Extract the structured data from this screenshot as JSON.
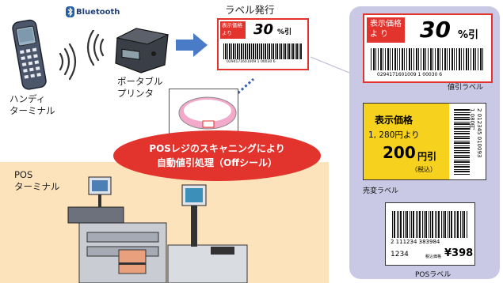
{
  "bluetooth": {
    "label": "Bluetooth"
  },
  "handy": {
    "line1": "ハンディ",
    "line2": "ターミナル"
  },
  "printer": {
    "line1": "ポータブル",
    "line2": "プリンタ"
  },
  "label_issue": {
    "title": "ラベル発行"
  },
  "small_tag": {
    "red_text": "表示価格\nより",
    "price": "30",
    "unit": "%引",
    "barcode_text": "0294171601009 1 00030 6"
  },
  "scan_bubble": {
    "line1": "POSレジのスキャニングにより",
    "line2": "自動値引処理（Offシール）"
  },
  "pos": {
    "line1": "POS",
    "line2": "ターミナル"
  },
  "discount_label": {
    "red_line1": "表示価格",
    "red_line2": "よ り",
    "price": "30",
    "unit": "%引",
    "barcode_text": "0294171601009 1 00030 6",
    "caption": "値引ラベル"
  },
  "sale_label": {
    "line1": "表示価格",
    "line2": "1, 280円より",
    "price": "200",
    "unit": "円引",
    "tax": "（税込）",
    "side_text": "2 012345 010093 1,080円",
    "caption": "売変ラベル"
  },
  "pos_label": {
    "barcode_digits": "2 111234 383984",
    "code": "1234",
    "price_prefix": "税込価格",
    "price": "¥398",
    "caption": "POSラベル"
  },
  "colors": {
    "red": "#e2332d",
    "blue": "#4a7bc6",
    "yellow": "#f6d21f",
    "panel": "#c9c9e6",
    "pos_bg": "#fde3bb"
  }
}
